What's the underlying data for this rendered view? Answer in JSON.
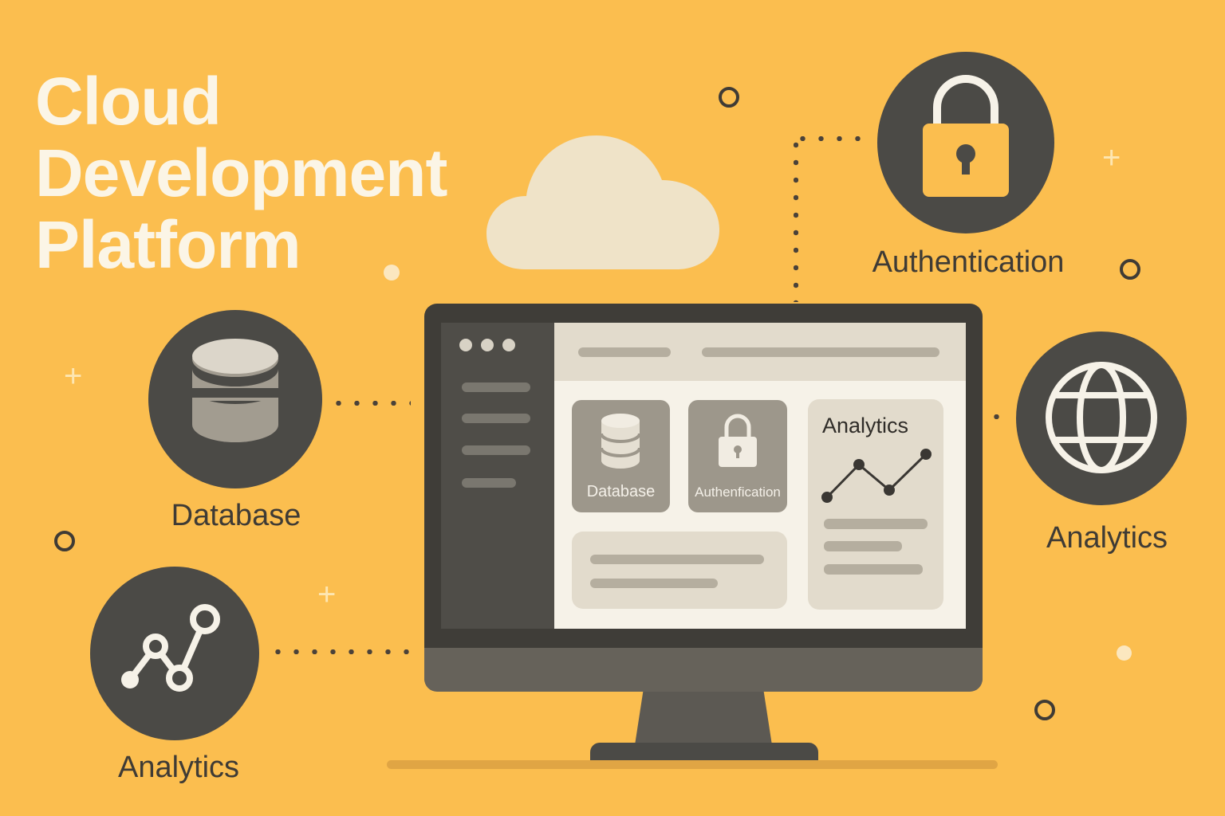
{
  "title": {
    "lines": [
      "Cloud",
      "Development",
      "Platform"
    ]
  },
  "features": {
    "database": {
      "label": "Database",
      "icon": "database-icon"
    },
    "authentication": {
      "label": "Authentication",
      "icon": "lock-icon"
    },
    "analytics_globe": {
      "label": "Analytics",
      "icon": "globe-icon"
    },
    "analytics_chart": {
      "label": "Analytics",
      "icon": "line-chart-icon"
    }
  },
  "screen": {
    "window_dots": 3,
    "tiles": [
      {
        "label": "Database",
        "icon": "database-icon"
      },
      {
        "label": "Authenfication",
        "icon": "lock-icon"
      }
    ],
    "analytics_panel": {
      "title": "Analytics",
      "icon": "line-chart-icon"
    }
  },
  "colors": {
    "background": "#fbbe4f",
    "dark": "#4b4a46",
    "cream": "#f6f2e8",
    "title_text": "#fbf5e6",
    "label_text": "#3f3b35"
  }
}
